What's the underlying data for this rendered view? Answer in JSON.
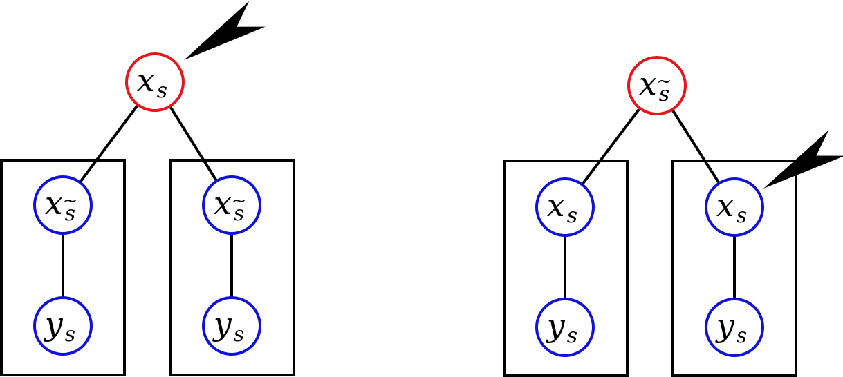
{
  "colors": {
    "root_node_stroke": "#e8161a",
    "child_node_stroke": "#1111dd",
    "edges": "#000000",
    "plates": "#000000",
    "arrows": "#000000",
    "background": "#ffffff"
  },
  "icons": {
    "arrow": "pointer-arrow-icon"
  },
  "diagrams": [
    {
      "root": {
        "var": "x",
        "sub": "s",
        "tilde": false
      },
      "plates": [
        {
          "top": {
            "var": "x",
            "sub": "s",
            "tilde": true
          },
          "bottom": {
            "var": "y",
            "sub": "s",
            "tilde": false
          }
        },
        {
          "top": {
            "var": "x",
            "sub": "s",
            "tilde": true
          },
          "bottom": {
            "var": "y",
            "sub": "s",
            "tilde": false
          }
        }
      ],
      "arrow_points_to": "root"
    },
    {
      "root": {
        "var": "x",
        "sub": "s",
        "tilde": true
      },
      "plates": [
        {
          "top": {
            "var": "x",
            "sub": "s",
            "tilde": false
          },
          "bottom": {
            "var": "y",
            "sub": "s",
            "tilde": false
          }
        },
        {
          "top": {
            "var": "x",
            "sub": "s",
            "tilde": false
          },
          "bottom": {
            "var": "y",
            "sub": "s",
            "tilde": false
          }
        }
      ],
      "arrow_points_to": "right-plate-top"
    }
  ]
}
